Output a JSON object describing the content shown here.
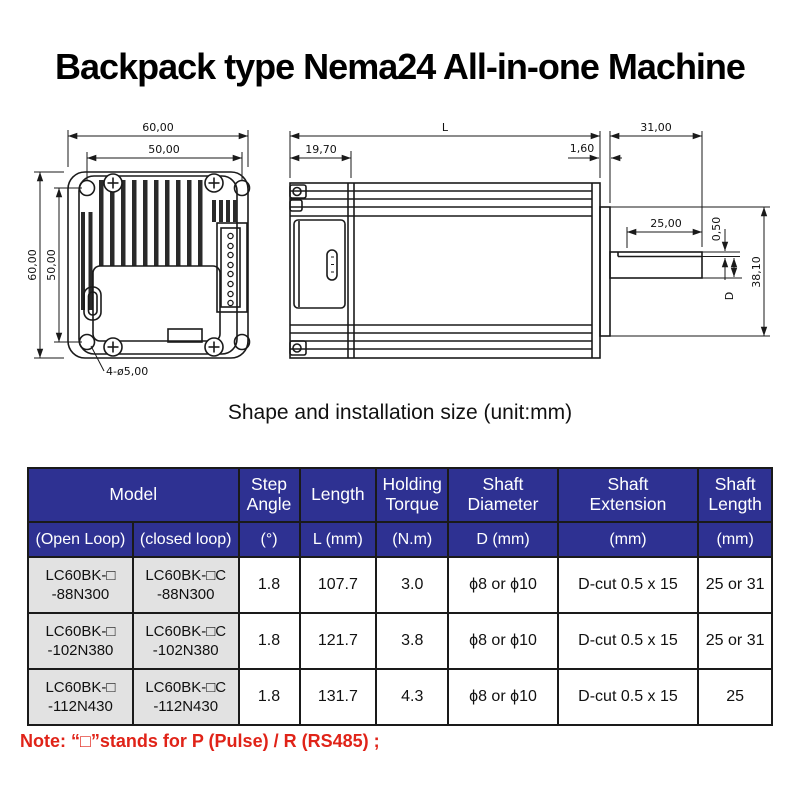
{
  "title": "Backpack type Nema24 All-in-one Machine",
  "caption": "Shape and installation size (unit:mm)",
  "note": "Note: “□”stands for P (Pulse) / R (RS485) ;",
  "colors": {
    "header_bg": "#2e3192",
    "header_text": "#ffffff",
    "model_cell_bg": "#e2e2e2",
    "note_color": "#e02318",
    "line_color": "#1a1a1a"
  },
  "drawing": {
    "front": {
      "width_outer": "60,00",
      "width_inner": "50,00",
      "height_outer": "60,00",
      "height_inner": "50,00",
      "holes_callout": "4-ø5,00"
    },
    "side": {
      "length": "L",
      "driver_depth": "19,70",
      "boss_thickness": "1,60",
      "shaft_ext": "31,00",
      "dcut_length": "25,00",
      "dcut_depth": "0,50",
      "shaft_dia": "D",
      "pilot_dia": "38,10"
    }
  },
  "table": {
    "head1": [
      "Model",
      "Step\nAngle",
      "Length",
      "Holding\nTorque",
      "Shaft\nDiameter",
      "Shaft\nExtension",
      "Shaft\nLength"
    ],
    "head2": [
      "(Open Loop)",
      "(closed loop)",
      "(°)",
      "L (mm)",
      "(N.m)",
      "D (mm)",
      "(mm)",
      "(mm)"
    ],
    "rows": [
      {
        "open": "LC60BK-□\n-88N300",
        "closed": "LC60BK-□C\n-88N300",
        "step": "1.8",
        "length": "107.7",
        "torque": "3.0",
        "dia": "ϕ8 or ϕ10",
        "ext": "D-cut 0.5 x 15",
        "shaft_len": "25 or 31"
      },
      {
        "open": "LC60BK-□\n-102N380",
        "closed": "LC60BK-□C\n-102N380",
        "step": "1.8",
        "length": "121.7",
        "torque": "3.8",
        "dia": "ϕ8 or ϕ10",
        "ext": "D-cut 0.5 x 15",
        "shaft_len": "25 or 31"
      },
      {
        "open": "LC60BK-□\n-112N430",
        "closed": "LC60BK-□C\n-112N430",
        "step": "1.8",
        "length": "131.7",
        "torque": "4.3",
        "dia": "ϕ8 or ϕ10",
        "ext": "D-cut 0.5 x 15",
        "shaft_len": "25"
      }
    ]
  }
}
